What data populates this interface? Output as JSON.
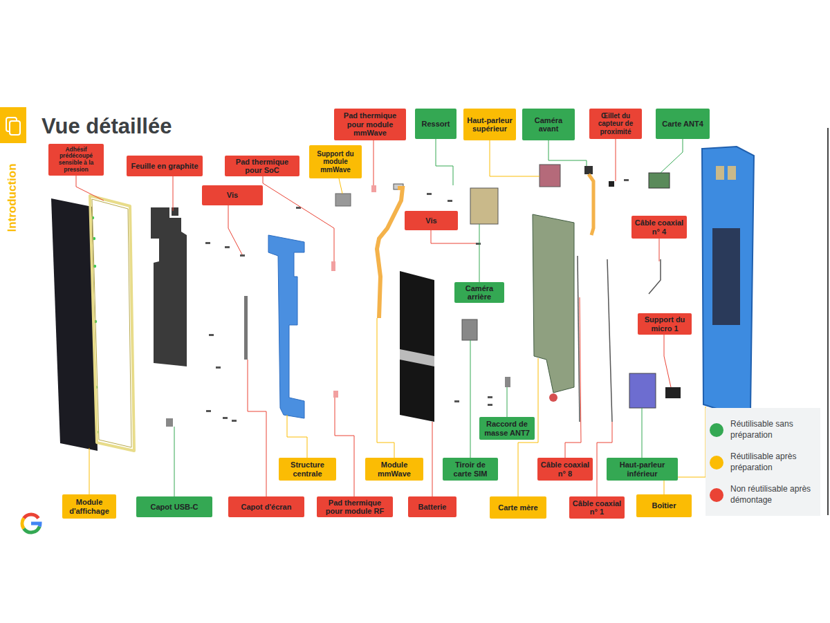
{
  "diagram": {
    "title": "Vue détaillée",
    "nodes": [
      {
        "text": [
          "Pad thermique pour module mmWave"
        ]
      },
      {
        "text": [
          "Ressort"
        ]
      },
      {
        "text": [
          "Haut-parleur supérieur"
        ]
      },
      {
        "text": [
          "Caméra avant"
        ]
      },
      {
        "text": [
          "Œillet du capteur de proximité"
        ]
      },
      {
        "text": [
          "Carte ANT4"
        ]
      },
      {
        "text": [
          "Adhésif prédécoupé sensible à la pression"
        ]
      },
      {
        "text": [
          "Support du module mmWave"
        ]
      },
      {
        "text": [
          "Feuille en graphite"
        ]
      },
      {
        "text": [
          "Pad thermique pour SoC"
        ]
      },
      {
        "text": [
          "Vis"
        ]
      },
      {
        "text": [
          "Vis"
        ]
      },
      {
        "text": [
          "Câble coaxial n° 4"
        ]
      },
      {
        "text": [
          "Caméra arrière"
        ]
      },
      {
        "text": [
          "Support du micro 1"
        ]
      },
      {
        "text": [
          "Raccord de masse ANT7"
        ]
      },
      {
        "text": [
          "Structure centrale"
        ]
      },
      {
        "text": [
          "Module mmWave"
        ]
      },
      {
        "text": [
          "Tiroir de carte SIM"
        ]
      },
      {
        "text": [
          "Câble coaxial n° 8"
        ]
      },
      {
        "text": [
          "Haut-parleur inférieur"
        ]
      },
      {
        "text": [
          "Module d'affichage"
        ]
      },
      {
        "text": [
          "Capot USB-C"
        ]
      },
      {
        "text": [
          "Capot d'écran"
        ]
      },
      {
        "text": [
          "Pad thermique pour module RF"
        ]
      },
      {
        "text": [
          "Batterie"
        ]
      },
      {
        "text": [
          "Carte mère"
        ]
      },
      {
        "text": [
          "Câble coaxial n° 1"
        ]
      },
      {
        "text": [
          "Boîtier"
        ]
      }
    ],
    "labels": [
      "Introduction"
    ],
    "legend": [
      {
        "text": "Réutilisable sans préparation",
        "color": "#34a853"
      },
      {
        "text": "Réutilisable après préparation",
        "color": "#fbbc04"
      },
      {
        "text": "Non réutilisable après démontage",
        "color": "#ea4335"
      }
    ]
  }
}
